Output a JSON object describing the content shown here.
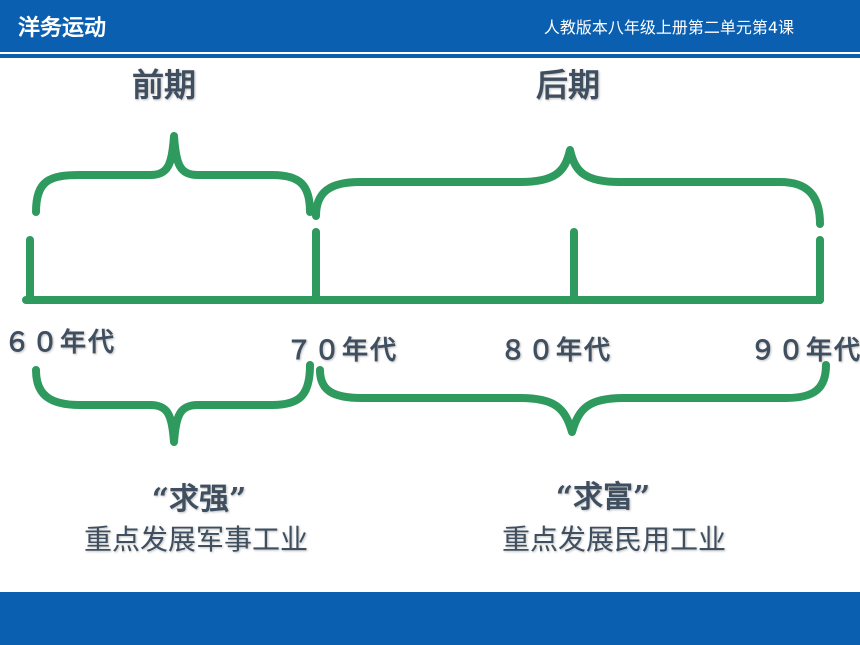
{
  "header": {
    "title": "洋务运动",
    "subtitle": "人教版本八年级上册第二单元第4课"
  },
  "phases": {
    "early": "前期",
    "late": "后期"
  },
  "decades": [
    "６０年代",
    "７０年代",
    "８０年代",
    "９０年代"
  ],
  "goals": {
    "early": {
      "slogan": "“求强”",
      "focus": "重点发展军事工业"
    },
    "late": {
      "slogan": "“求富”",
      "focus": "重点发展民用工业"
    }
  },
  "colors": {
    "brand_blue": "#0a5fb0",
    "timeline_green": "#2e9a5e",
    "text_gray": "#3f4f5f"
  }
}
